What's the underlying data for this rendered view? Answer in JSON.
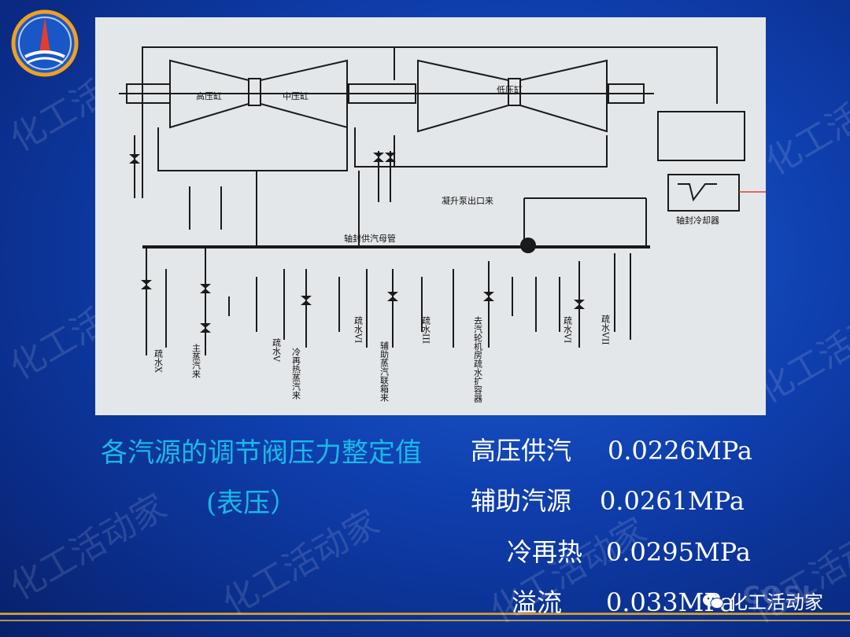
{
  "diagram": {
    "labels": {
      "hp_cylinder": "高压缸",
      "ip_cylinder": "中压缸",
      "lp_cylinder": "低压缸",
      "header": "轴封供汽母管",
      "condensate": "凝升泵出口来",
      "gland_cooler": "轴封冷却器",
      "drain_x": "疏水X",
      "main_steam": "主蒸汽来",
      "drain_v": "疏水V",
      "cold_reheat": "冷再热蒸汽来",
      "drain_vi": "疏水VI",
      "aux_steam": "辅助蒸汽联箱来",
      "drain_iii": "疏水III",
      "flash_tank": "去汽轮机房疏水扩容器",
      "drain_vi_b": "疏水VI",
      "drain_vii": "疏水VII"
    }
  },
  "caption": {
    "line1": "各汽源的调节阀压力整定值",
    "line2": "(表压）"
  },
  "settings": [
    {
      "name": "高压供汽",
      "value": "0.0226MPa"
    },
    {
      "name": "辅助汽源",
      "value": "0.0261MPa"
    },
    {
      "name": "冷再热",
      "value": "0.0295MPa"
    },
    {
      "name": "溢流",
      "value": "0.033MPa"
    }
  ],
  "brand": {
    "watermark": "化工活动家"
  },
  "colors": {
    "caption": "#19b9e6",
    "background": "#0f3fae",
    "accent": "#c99a2e"
  }
}
